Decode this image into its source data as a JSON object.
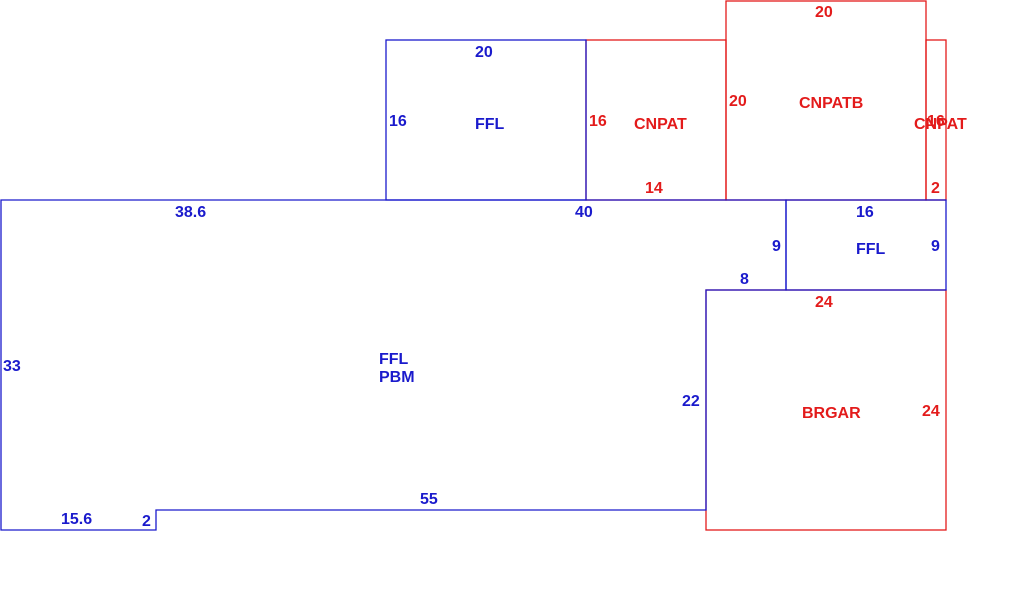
{
  "colors": {
    "primary": "#1a1acc",
    "secondary": "#e31b1b",
    "background": "#ffffff"
  },
  "main_area": {
    "label_line1": "FFL",
    "label_line2": "PBM",
    "dims": {
      "left": "33",
      "top_left": "38.6",
      "top_right": "40",
      "right_upper": "9",
      "step_top": "8",
      "right_lower": "22",
      "bottom": "55",
      "notch_height": "2",
      "bottom_left": "15.6"
    }
  },
  "ffl_upper": {
    "label": "FFL",
    "dims": {
      "top": "20",
      "left": "16"
    }
  },
  "cnpat_1": {
    "label": "CNPAT",
    "dims": {
      "left": "16",
      "bottom": "14"
    }
  },
  "cnpatb": {
    "label": "CNPATB",
    "dims": {
      "top": "20",
      "left": "20"
    }
  },
  "cnpat_2": {
    "label": "CNPAT",
    "dims": {
      "left": "16",
      "right": "2"
    }
  },
  "ffl_right": {
    "label": "FFL",
    "dims": {
      "top": "16",
      "left": "9",
      "right": "9"
    }
  },
  "brgar": {
    "label": "BRGAR",
    "dims": {
      "top": "24",
      "right": "24"
    }
  }
}
